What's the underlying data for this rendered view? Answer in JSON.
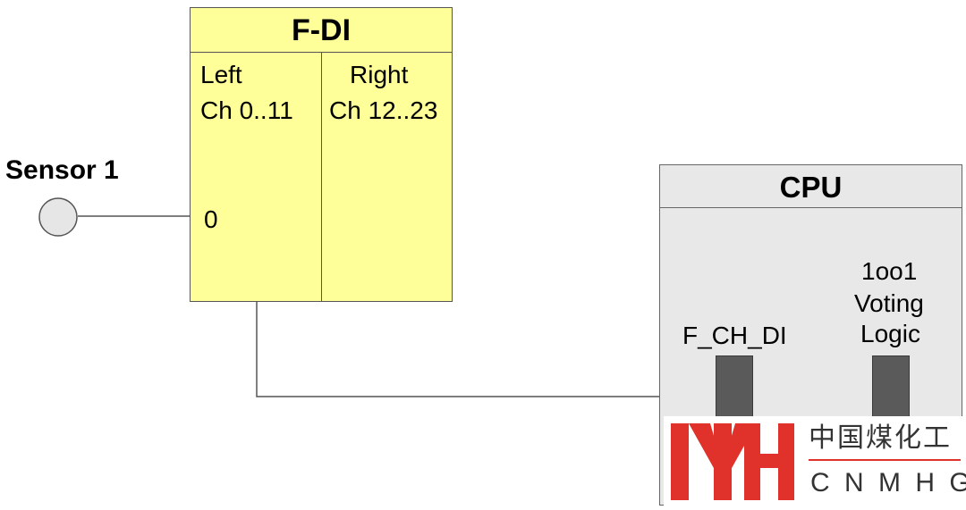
{
  "sensor": {
    "label": "Sensor 1"
  },
  "fdi": {
    "title": "F-DI",
    "left_col": {
      "line1": "Left",
      "line2": "Ch 0..11"
    },
    "right_col": {
      "line1": "Right",
      "line2": "Ch 12..23"
    },
    "channel_input": "0"
  },
  "cpu": {
    "title": "CPU",
    "f_ch_di_label": "F_CH_DI",
    "voting_label": {
      "line1": "1oo1",
      "line2": "Voting",
      "line3": "Logic"
    }
  },
  "watermark": {
    "chinese_text": "中国煤化工",
    "latin_text": "C N M H G",
    "brand_color": "#e0312a"
  }
}
